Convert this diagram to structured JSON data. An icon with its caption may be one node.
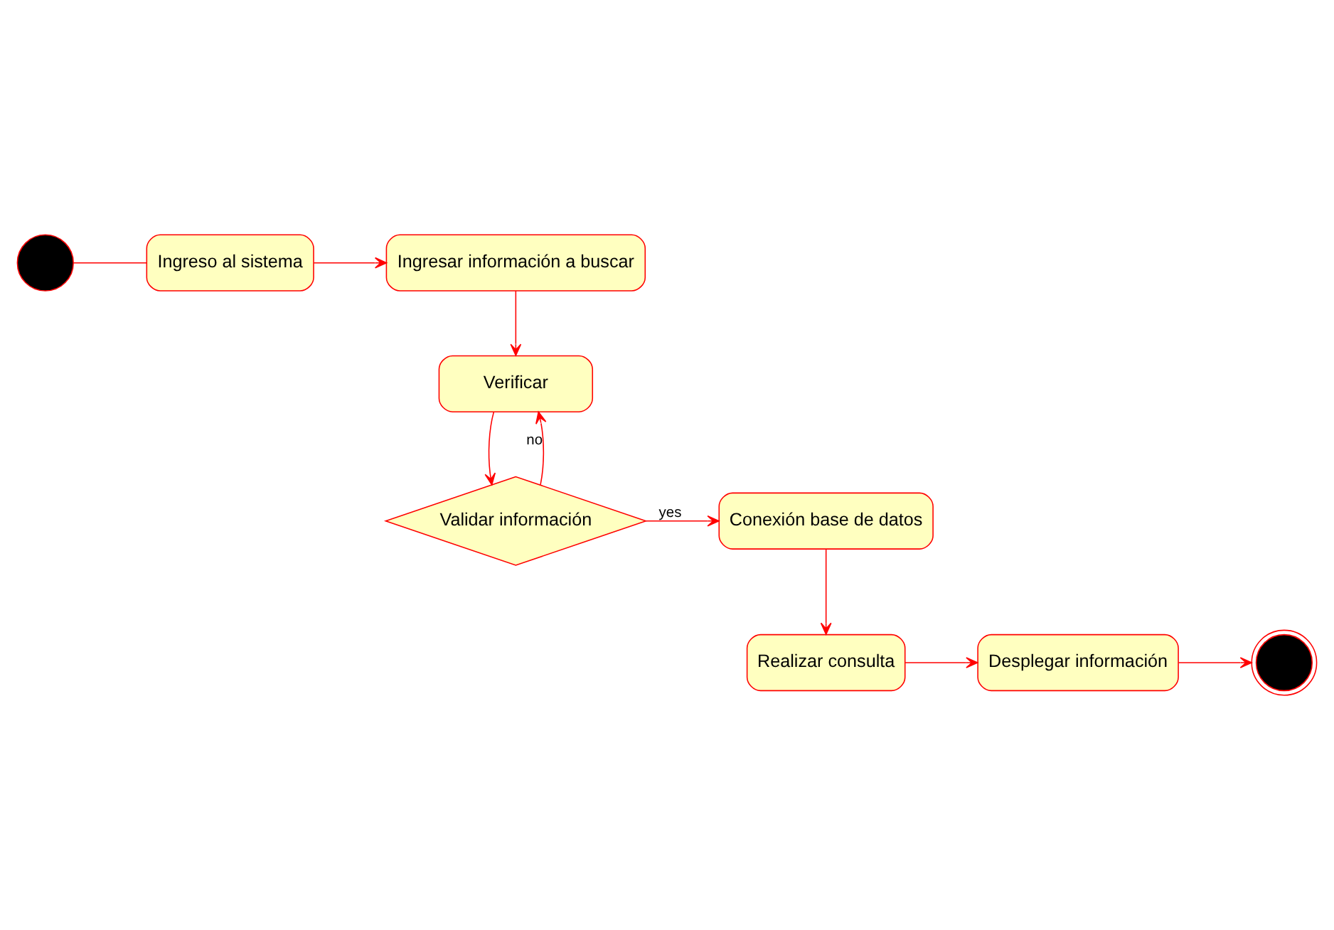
{
  "diagram": {
    "nodes": [
      {
        "text": [],
        "shape": "circle"
      },
      {
        "text": [
          "Ingreso al sistema"
        ]
      },
      {
        "text": [
          "Ingresar información a buscar"
        ]
      },
      {
        "text": [
          "Verificar"
        ]
      },
      {
        "text": [
          "Validar información"
        ]
      },
      {
        "text": [
          "Conexión base de datos"
        ]
      },
      {
        "text": [
          "Realizar consulta"
        ]
      },
      {
        "text": [
          "Desplegar información"
        ]
      },
      {
        "text": [],
        "shape": "bullseye"
      }
    ],
    "edges": [
      {
        "from": 0,
        "to": 1,
        "arrow": "none"
      },
      {
        "from": 1,
        "to": 2,
        "arrow": "to"
      },
      {
        "from": 2,
        "to": 3,
        "arrow": "to"
      },
      {
        "from": 3,
        "to": 4,
        "arrow": "to"
      },
      {
        "from": 4,
        "to": 3,
        "arrow": "to",
        "label": "no"
      },
      {
        "from": 4,
        "to": 5,
        "arrow": "to",
        "label": "yes"
      },
      {
        "from": 5,
        "to": 6,
        "arrow": "to"
      },
      {
        "from": 6,
        "to": 7,
        "arrow": "to"
      },
      {
        "from": 7,
        "to": 8,
        "arrow": "to"
      }
    ]
  }
}
